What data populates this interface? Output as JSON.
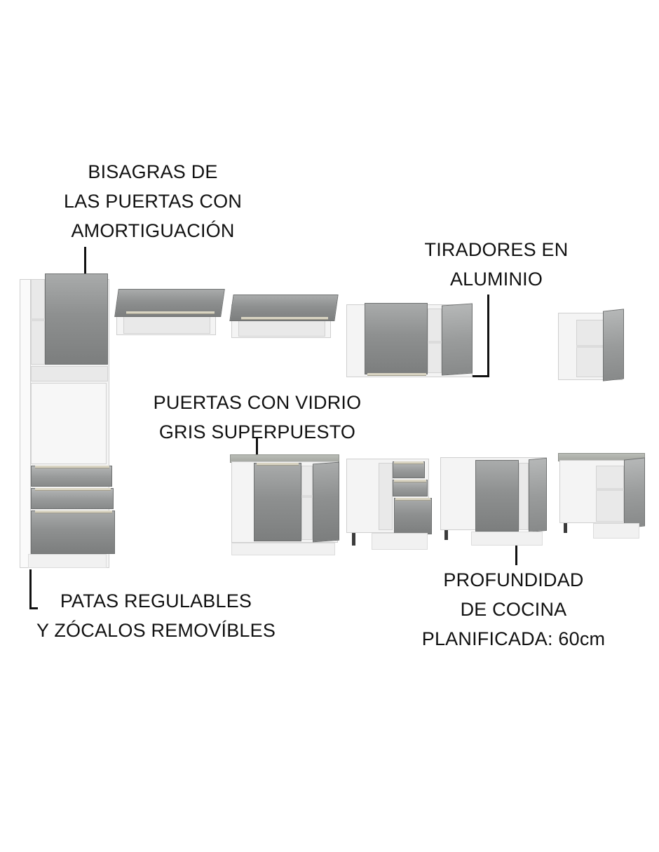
{
  "callouts": {
    "hinges": [
      "BISAGRAS DE",
      "LAS PUERTAS CON",
      "AMORTIGUACIÓN"
    ],
    "handles": [
      "TIRADORES EN",
      "ALUMINIO"
    ],
    "glass_doors": [
      "PUERTAS CON VIDRIO",
      "GRIS SUPERPUESTO"
    ],
    "legs": [
      "PATAS REGULABLES",
      "Y ZÓCALOS REMOVÍBLES"
    ],
    "depth": [
      "PROFUNDIDAD",
      "DE COCINA",
      "PLANIFICADA: 60cm"
    ]
  },
  "colors": {
    "door_gray": "#8e9090",
    "cabinet_white": "#f4f4f4",
    "countertop": "#a4a7a1",
    "text": "#111111"
  }
}
